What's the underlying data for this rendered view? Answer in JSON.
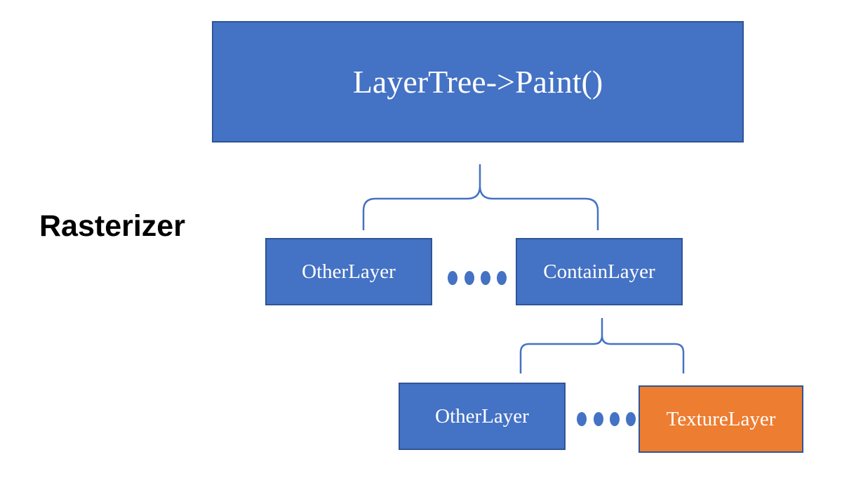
{
  "diagram": {
    "side_label": "Rasterizer",
    "nodes": {
      "root": "LayerTree->Paint()",
      "other_layer_1": "OtherLayer",
      "contain_layer": "ContainLayer",
      "other_layer_2": "OtherLayer",
      "texture_layer": "TextureLayer"
    }
  },
  "colors": {
    "node_fill": "#4472c4",
    "node_border": "#2f5597",
    "highlight_fill": "#ed7d31",
    "connector": "#4472c4"
  }
}
